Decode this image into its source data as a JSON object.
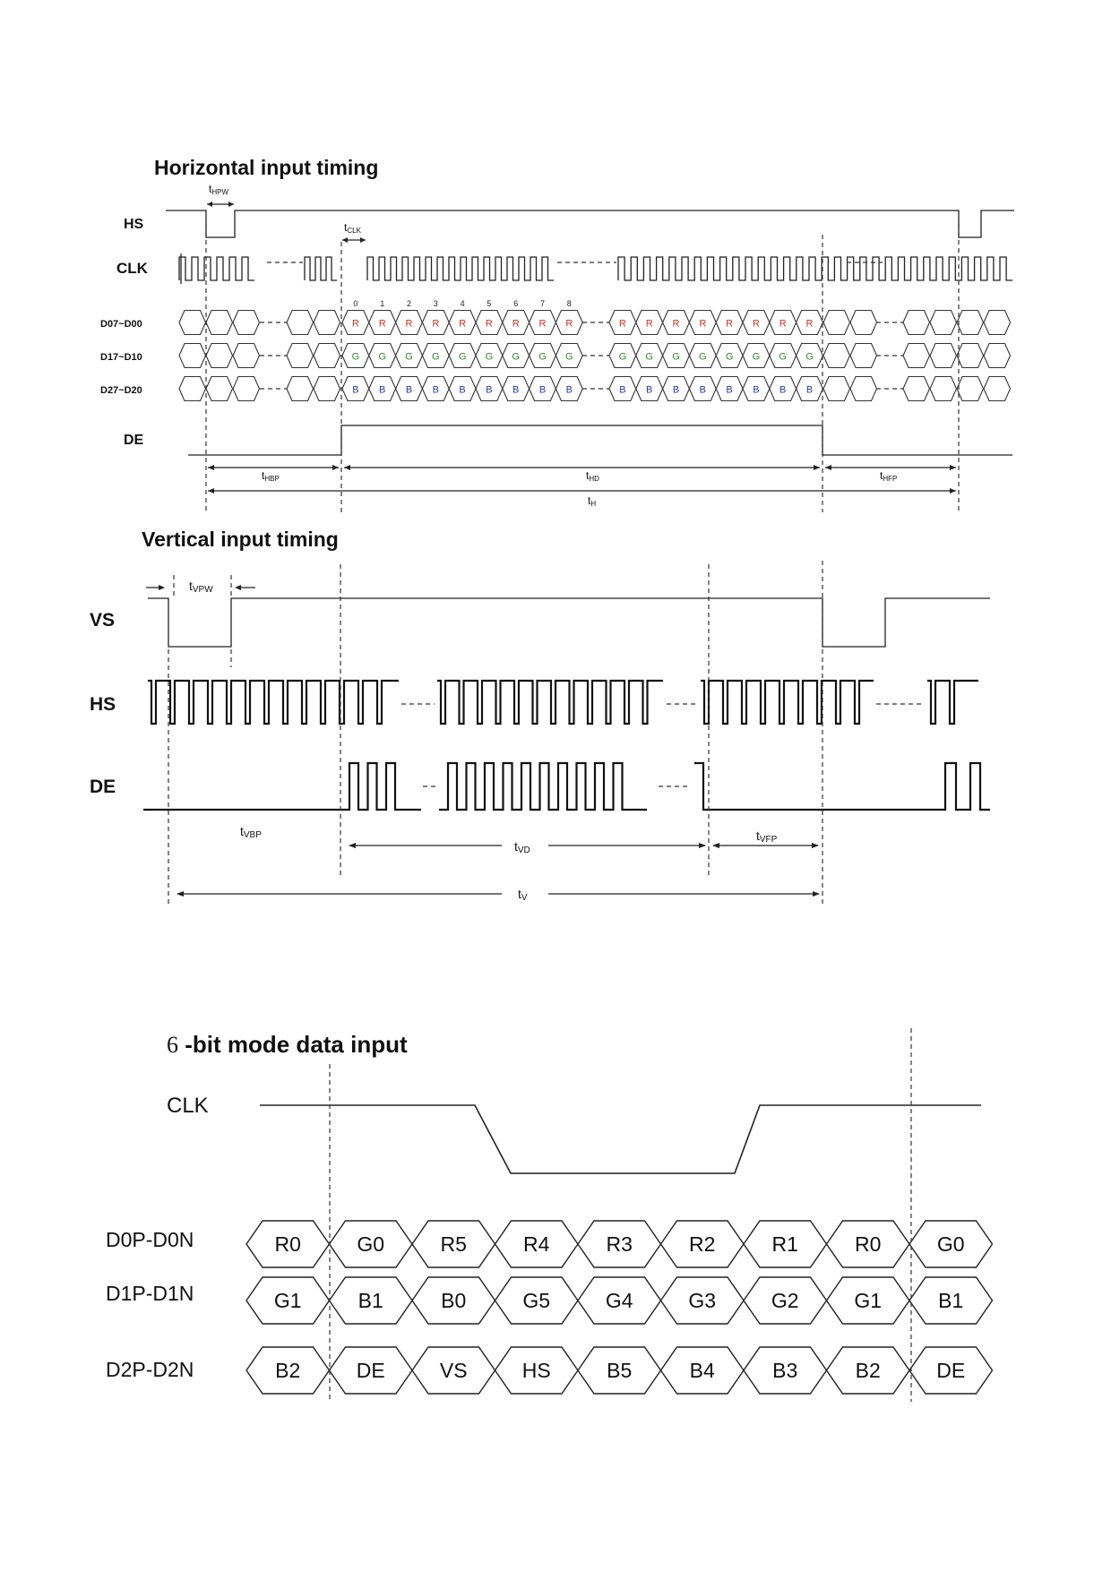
{
  "horizontal": {
    "title": "Horizontal input timing",
    "signals": [
      "HS",
      "CLK",
      "D07~D00",
      "D17~D10",
      "D27~D20",
      "DE"
    ],
    "pixel_indexes": [
      "0",
      "1",
      "2",
      "3",
      "4",
      "5",
      "6",
      "7",
      "8"
    ],
    "data_letters": [
      "R",
      "G",
      "B"
    ],
    "data_colors": [
      "#c0392b",
      "#2e8b2e",
      "#2c3e9a"
    ],
    "param_labels": {
      "hpw": {
        "base": "t",
        "sub": "HPW"
      },
      "clk": {
        "base": "t",
        "sub": "CLK"
      },
      "hbp": {
        "base": "t",
        "sub": "HBP"
      },
      "hd": {
        "base": "t",
        "sub": "HD"
      },
      "hfp": {
        "base": "t",
        "sub": "HFP"
      },
      "h": {
        "base": "t",
        "sub": "H"
      }
    }
  },
  "vertical": {
    "title": "Vertical input timing",
    "signals": [
      "VS",
      "HS",
      "DE"
    ],
    "param_labels": {
      "vpw": {
        "base": "t",
        "sub": "VPW"
      },
      "vbp": {
        "base": "t",
        "sub": "VBP"
      },
      "vd": {
        "base": "t",
        "sub": "VD"
      },
      "vfp": {
        "base": "t",
        "sub": "VFP"
      },
      "v": {
        "base": "t",
        "sub": "V"
      }
    }
  },
  "sixbit": {
    "title_num": "6",
    "title_rest": " -bit mode data input",
    "clk_label": "CLK",
    "lanes": [
      {
        "label": "D0P-D0N",
        "cells": [
          "R0",
          "G0",
          "R5",
          "R4",
          "R3",
          "R2",
          "R1",
          "R0",
          "G0"
        ]
      },
      {
        "label": "D1P-D1N",
        "cells": [
          "G1",
          "B1",
          "B0",
          "G5",
          "G4",
          "G3",
          "G2",
          "G1",
          "B1"
        ]
      },
      {
        "label": "D2P-D2N",
        "cells": [
          "B2",
          "DE",
          "VS",
          "HS",
          "B5",
          "B4",
          "B3",
          "B2",
          "DE"
        ]
      }
    ]
  }
}
